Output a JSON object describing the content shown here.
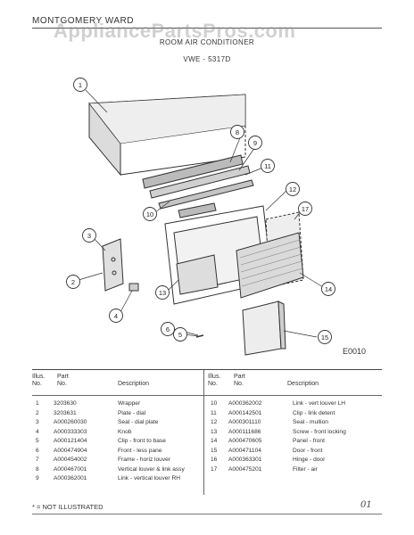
{
  "header": {
    "brand": "MONTGOMERY WARD",
    "watermark": "AppliancePartsPros.com",
    "title": "ROOM AIR CONDITIONER",
    "model": "VWE - 5317D"
  },
  "diagram": {
    "callouts": [
      "1",
      "2",
      "3",
      "4",
      "5",
      "6",
      "8",
      "9",
      "10",
      "11",
      "12",
      "13",
      "14",
      "15",
      "17"
    ],
    "code": "E0010"
  },
  "table": {
    "headers": {
      "item": "Illus. No.",
      "part": "Part No.",
      "description": "Description"
    },
    "left_rows": [
      {
        "item": "1",
        "part": "3203630",
        "desc": "Wrapper"
      },
      {
        "item": "2",
        "part": "3203631",
        "desc": "Plate - dial"
      },
      {
        "item": "3",
        "part": "A000260030",
        "desc": "Seal - dial plate"
      },
      {
        "item": "4",
        "part": "A000333303",
        "desc": "Knob"
      },
      {
        "item": "5",
        "part": "A000121404",
        "desc": "Clip - front to base"
      },
      {
        "item": "6",
        "part": "A000474904",
        "desc": "Front - less pane"
      },
      {
        "item": "7",
        "part": "A000454002",
        "desc": "Frame - horiz louver"
      },
      {
        "item": "8",
        "part": "A000467001",
        "desc": "Vertical louver & link assy"
      },
      {
        "item": "9",
        "part": "A000362001",
        "desc": "Link - vertical louver RH"
      }
    ],
    "right_rows": [
      {
        "item": "10",
        "part": "A000362002",
        "desc": "Link - vert louver LH"
      },
      {
        "item": "11",
        "part": "A000142501",
        "desc": "Clip - link detent"
      },
      {
        "item": "12",
        "part": "A000301110",
        "desc": "Seal - mullion"
      },
      {
        "item": "13",
        "part": "A000111686",
        "desc": "Screw - front locking"
      },
      {
        "item": "14",
        "part": "A000470605",
        "desc": "Panel - front"
      },
      {
        "item": "15",
        "part": "A000471104",
        "desc": "Door - front"
      },
      {
        "item": "16",
        "part": "A000363301",
        "desc": "Hinge - door"
      },
      {
        "item": "17",
        "part": "A000475201",
        "desc": "Filter - air"
      }
    ]
  },
  "footnote": "* = NOT ILLUSTRATED",
  "handwritten_mark": "01"
}
